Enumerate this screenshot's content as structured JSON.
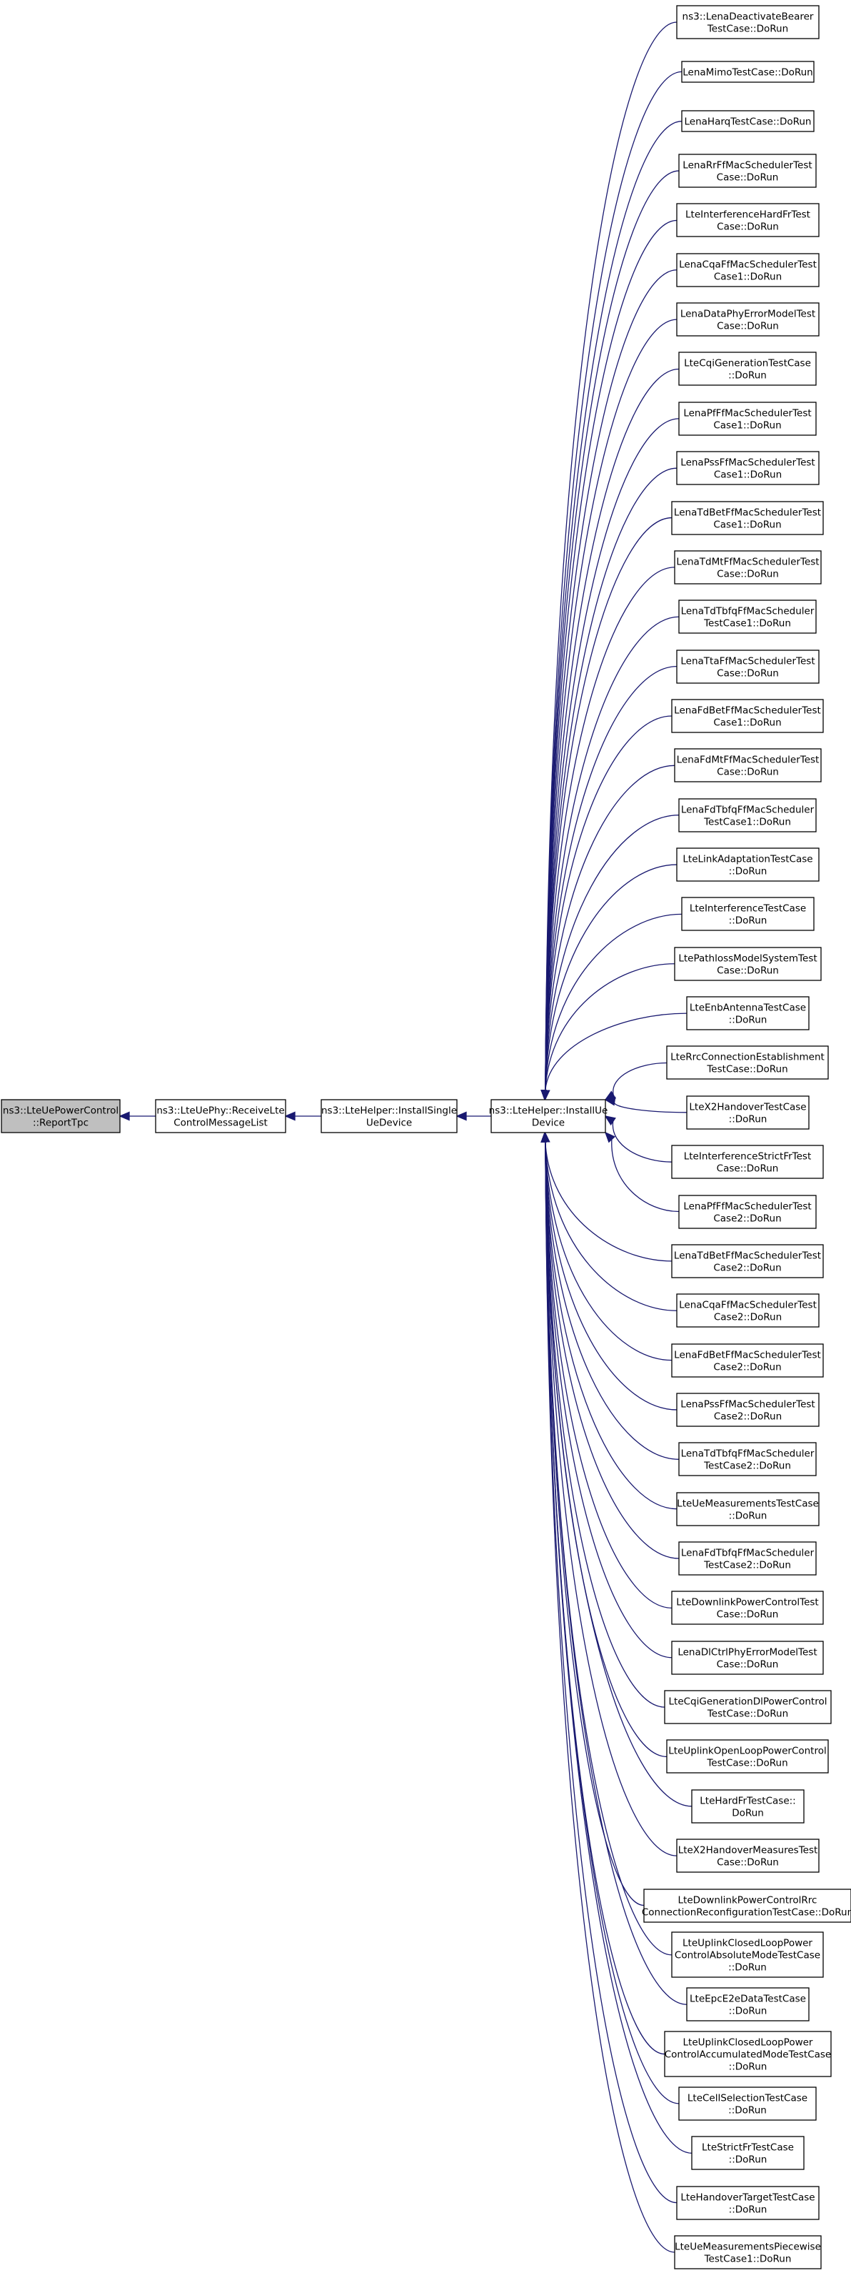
{
  "graph": {
    "root": {
      "id": "report-tpc",
      "lines": [
        "ns3::LteUePowerControl",
        "::ReportTpc"
      ]
    },
    "chain": [
      {
        "id": "receive-lte",
        "lines": [
          "ns3::LteUePhy::ReceiveLte",
          "ControlMessageList"
        ]
      },
      {
        "id": "install-single",
        "lines": [
          "ns3::LteHelper::InstallSingle",
          "UeDevice"
        ]
      },
      {
        "id": "install-ue",
        "lines": [
          "ns3::LteHelper::InstallUe",
          "Device"
        ]
      }
    ],
    "callers": [
      {
        "lines": [
          "ns3::LenaDeactivateBearer",
          "TestCase::DoRun"
        ]
      },
      {
        "lines": [
          "LenaMimoTestCase::DoRun"
        ]
      },
      {
        "lines": [
          "LenaHarqTestCase::DoRun"
        ]
      },
      {
        "lines": [
          "LenaRrFfMacSchedulerTest",
          "Case::DoRun"
        ]
      },
      {
        "lines": [
          "LteInterferenceHardFrTest",
          "Case::DoRun"
        ]
      },
      {
        "lines": [
          "LenaCqaFfMacSchedulerTest",
          "Case1::DoRun"
        ]
      },
      {
        "lines": [
          "LenaDataPhyErrorModelTest",
          "Case::DoRun"
        ]
      },
      {
        "lines": [
          "LteCqiGenerationTestCase",
          "::DoRun"
        ]
      },
      {
        "lines": [
          "LenaPfFfMacSchedulerTest",
          "Case1::DoRun"
        ]
      },
      {
        "lines": [
          "LenaPssFfMacSchedulerTest",
          "Case1::DoRun"
        ]
      },
      {
        "lines": [
          "LenaTdBetFfMacSchedulerTest",
          "Case1::DoRun"
        ]
      },
      {
        "lines": [
          "LenaTdMtFfMacSchedulerTest",
          "Case::DoRun"
        ]
      },
      {
        "lines": [
          "LenaTdTbfqFfMacScheduler",
          "TestCase1::DoRun"
        ]
      },
      {
        "lines": [
          "LenaTtaFfMacSchedulerTest",
          "Case::DoRun"
        ]
      },
      {
        "lines": [
          "LenaFdBetFfMacSchedulerTest",
          "Case1::DoRun"
        ]
      },
      {
        "lines": [
          "LenaFdMtFfMacSchedulerTest",
          "Case::DoRun"
        ]
      },
      {
        "lines": [
          "LenaFdTbfqFfMacScheduler",
          "TestCase1::DoRun"
        ]
      },
      {
        "lines": [
          "LteLinkAdaptationTestCase",
          "::DoRun"
        ]
      },
      {
        "lines": [
          "LteInterferenceTestCase",
          "::DoRun"
        ]
      },
      {
        "lines": [
          "LtePathlossModelSystemTest",
          "Case::DoRun"
        ]
      },
      {
        "lines": [
          "LteEnbAntennaTestCase",
          "::DoRun"
        ]
      },
      {
        "lines": [
          "LteRrcConnectionEstablishment",
          "TestCase::DoRun"
        ]
      },
      {
        "lines": [
          "LteX2HandoverTestCase",
          "::DoRun"
        ]
      },
      {
        "lines": [
          "LteInterferenceStrictFrTest",
          "Case::DoRun"
        ]
      },
      {
        "lines": [
          "LenaPfFfMacSchedulerTest",
          "Case2::DoRun"
        ]
      },
      {
        "lines": [
          "LenaTdBetFfMacSchedulerTest",
          "Case2::DoRun"
        ]
      },
      {
        "lines": [
          "LenaCqaFfMacSchedulerTest",
          "Case2::DoRun"
        ]
      },
      {
        "lines": [
          "LenaFdBetFfMacSchedulerTest",
          "Case2::DoRun"
        ]
      },
      {
        "lines": [
          "LenaPssFfMacSchedulerTest",
          "Case2::DoRun"
        ]
      },
      {
        "lines": [
          "LenaTdTbfqFfMacScheduler",
          "TestCase2::DoRun"
        ]
      },
      {
        "lines": [
          "LteUeMeasurementsTestCase",
          "::DoRun"
        ]
      },
      {
        "lines": [
          "LenaFdTbfqFfMacScheduler",
          "TestCase2::DoRun"
        ]
      },
      {
        "lines": [
          "LteDownlinkPowerControlTest",
          "Case::DoRun"
        ]
      },
      {
        "lines": [
          "LenaDlCtrlPhyErrorModelTest",
          "Case::DoRun"
        ]
      },
      {
        "lines": [
          "LteCqiGenerationDlPowerControl",
          "TestCase::DoRun"
        ]
      },
      {
        "lines": [
          "LteUplinkOpenLoopPowerControl",
          "TestCase::DoRun"
        ]
      },
      {
        "lines": [
          "LteHardFrTestCase::",
          "DoRun"
        ]
      },
      {
        "lines": [
          "LteX2HandoverMeasuresTest",
          "Case::DoRun"
        ]
      },
      {
        "lines": [
          "LteDownlinkPowerControlRrc",
          "ConnectionReconfigurationTestCase::DoRun"
        ]
      },
      {
        "lines": [
          "LteUplinkClosedLoopPower",
          "ControlAbsoluteModeTestCase",
          "::DoRun"
        ]
      },
      {
        "lines": [
          "LteEpcE2eDataTestCase",
          "::DoRun"
        ]
      },
      {
        "lines": [
          "LteUplinkClosedLoopPower",
          "ControlAccumulatedModeTestCase",
          "::DoRun"
        ]
      },
      {
        "lines": [
          "LteCellSelectionTestCase",
          "::DoRun"
        ]
      },
      {
        "lines": [
          "LteStrictFrTestCase",
          "::DoRun"
        ]
      },
      {
        "lines": [
          "LteHandoverTargetTestCase",
          "::DoRun"
        ]
      },
      {
        "lines": [
          "LteUeMeasurementsPiecewise",
          "TestCase1::DoRun"
        ]
      }
    ]
  },
  "colors": {
    "root_fill": "#bfbfbf",
    "highlight_border": "#ff0000",
    "edge": "#191970",
    "box_border": "#000000",
    "background": "#ffffff"
  }
}
